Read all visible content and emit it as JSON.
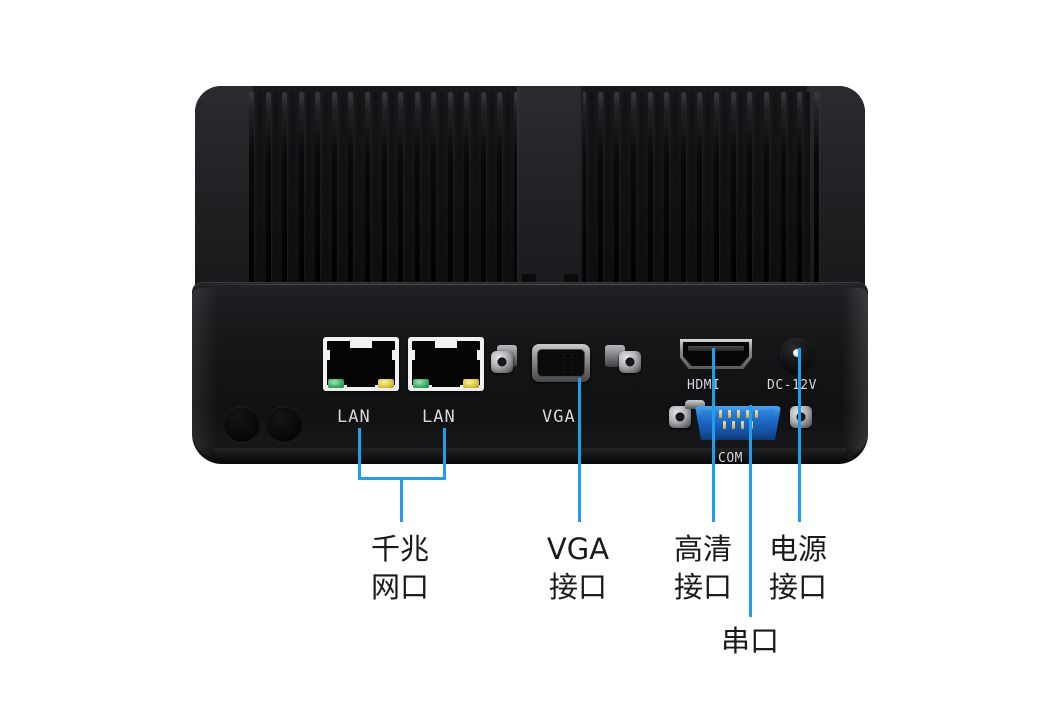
{
  "page": {
    "title": "Mini PC rear I/O panel diagram",
    "background_color": "#ffffff",
    "accent_color": "#1e9eed"
  },
  "device": {
    "name": "fanless-mini-pc",
    "chassis_color": "#141517",
    "heatsink": {
      "left_fin_count": 17,
      "right_fin_count": 15,
      "center_block": true
    },
    "antennas": [
      "antenna-hole-1",
      "antenna-hole-2"
    ]
  },
  "ports": [
    {
      "id": "lan1",
      "type": "rj45",
      "silk_label": "LAN",
      "led_left_color": "#3faf67",
      "led_right_color": "#ddc842"
    },
    {
      "id": "lan2",
      "type": "rj45",
      "silk_label": "LAN",
      "led_left_color": "#3faf67",
      "led_right_color": "#ddc842"
    },
    {
      "id": "vga",
      "type": "db15",
      "silk_label": "VGA",
      "pin_count": 15
    },
    {
      "id": "hdmi",
      "type": "hdmi",
      "silk_label": "HDMI"
    },
    {
      "id": "dc",
      "type": "barrel-jack",
      "silk_label": "DC-12V"
    },
    {
      "id": "com",
      "type": "db9",
      "silk_label": "COM",
      "pin_count": 9,
      "connector_color": "#1f6fd0"
    }
  ],
  "callouts": [
    {
      "id": "lan",
      "line1": "千兆",
      "line2": "网口",
      "target": "lan1 + lan2"
    },
    {
      "id": "vga",
      "line1": "VGA",
      "line2": "接口",
      "target": "vga"
    },
    {
      "id": "hdmi",
      "line1": "高清",
      "line2": "接口",
      "target": "hdmi"
    },
    {
      "id": "power",
      "line1": "电源",
      "line2": "接口",
      "target": "dc"
    },
    {
      "id": "com",
      "line1": "串口",
      "line2": "",
      "target": "com"
    }
  ]
}
